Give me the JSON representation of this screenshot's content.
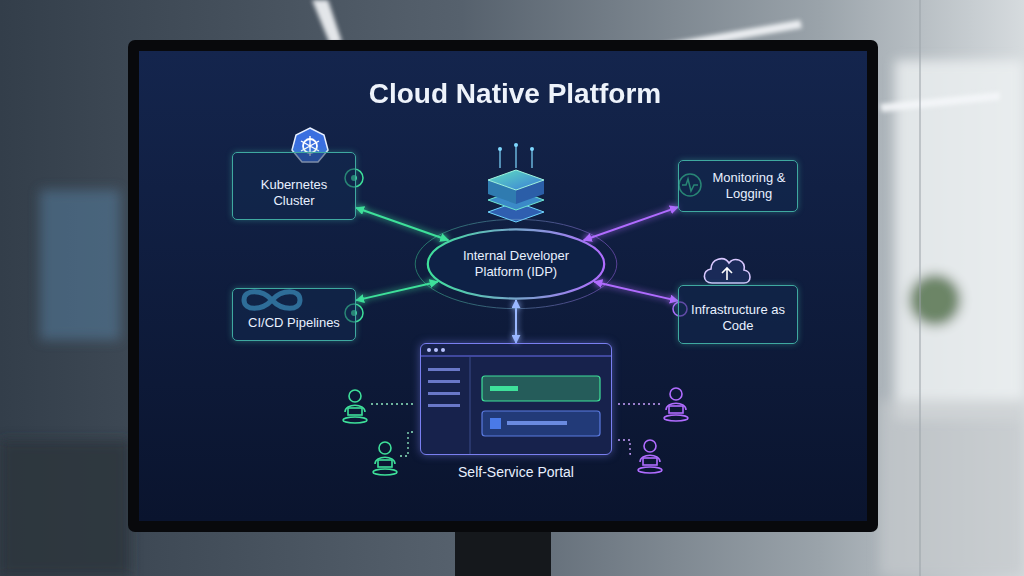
{
  "diagram": {
    "title": "Cloud Native Platform",
    "nodes": [
      {
        "text": [
          "Kubernetes Cluster"
        ]
      },
      {
        "text": [
          "Internal Developer Platform (IDP)"
        ]
      },
      {
        "text": [
          "Monitoring & Logging"
        ]
      },
      {
        "text": [
          "CI/CD Pipelines"
        ]
      },
      {
        "text": [
          "Infrastructure as Code"
        ]
      },
      {
        "text": [
          "Self-Service Portal"
        ]
      }
    ],
    "edges": [
      {
        "from": 0,
        "to": 1,
        "arrow": "both"
      },
      {
        "from": 2,
        "to": 1,
        "arrow": "both"
      },
      {
        "from": 3,
        "to": 1,
        "arrow": "both"
      },
      {
        "from": 4,
        "to": 1,
        "arrow": "both"
      },
      {
        "from": 1,
        "to": 5,
        "arrow": "both"
      }
    ]
  }
}
